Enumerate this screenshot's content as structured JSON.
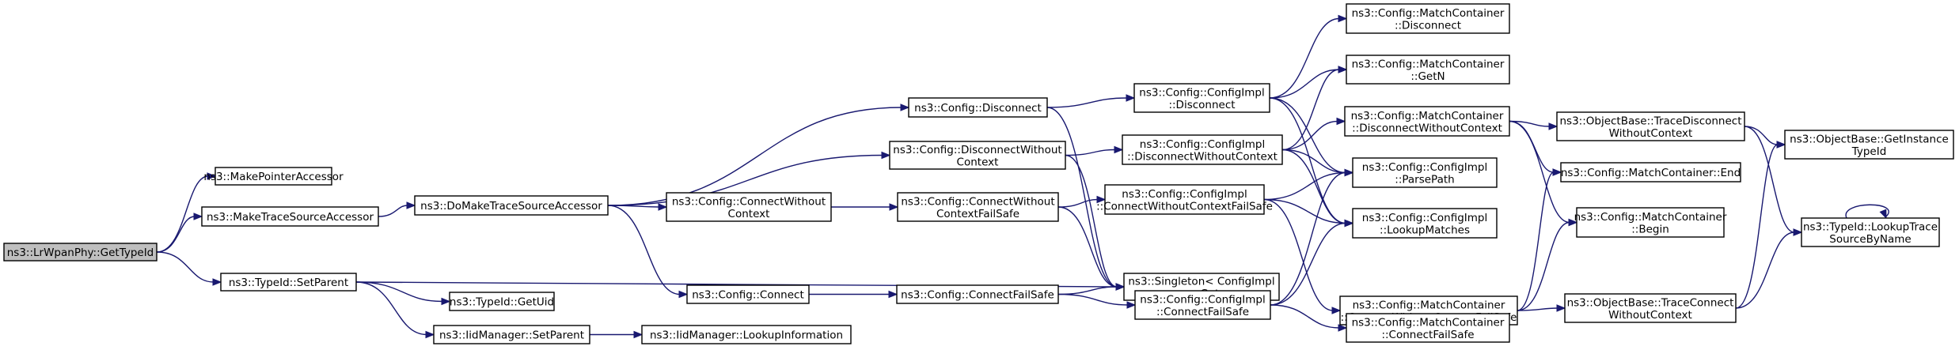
{
  "colors": {
    "edge": "#191970",
    "root_fill": "#bfbfbf",
    "node_fill": "#ffffff",
    "node_border": "#000000"
  },
  "nodes": [
    {
      "id": "root",
      "lines": [
        "ns3::LrWpanPhy::GetTypeId"
      ]
    },
    {
      "id": "makePtr",
      "lines": [
        "ns3::MakePointerAccessor"
      ]
    },
    {
      "id": "makeTrace",
      "lines": [
        "ns3::MakeTraceSourceAccessor"
      ]
    },
    {
      "id": "setParent",
      "lines": [
        "ns3::TypeId::SetParent"
      ]
    },
    {
      "id": "doMake",
      "lines": [
        "ns3::DoMakeTraceSourceAccessor"
      ]
    },
    {
      "id": "getUid",
      "lines": [
        "ns3::TypeId::GetUid"
      ]
    },
    {
      "id": "iidSetParent",
      "lines": [
        "ns3::IidManager::SetParent"
      ]
    },
    {
      "id": "iidLookup",
      "lines": [
        "ns3::IidManager::LookupInformation"
      ]
    },
    {
      "id": "cfgDisconnect",
      "lines": [
        "ns3::Config::Disconnect"
      ]
    },
    {
      "id": "cfgDisconnectWC",
      "lines": [
        "ns3::Config::DisconnectWithout",
        "Context"
      ]
    },
    {
      "id": "cfgConnectWC",
      "lines": [
        "ns3::Config::ConnectWithout",
        "Context"
      ]
    },
    {
      "id": "cfgConnect",
      "lines": [
        "ns3::Config::Connect"
      ]
    },
    {
      "id": "cfgConnectWCFS",
      "lines": [
        "ns3::Config::ConnectWithout",
        "ContextFailSafe"
      ]
    },
    {
      "id": "cfgConnectFS",
      "lines": [
        "ns3::Config::ConnectFailSafe"
      ]
    },
    {
      "id": "implDisconnect",
      "lines": [
        "ns3::Config::ConfigImpl",
        "::Disconnect"
      ]
    },
    {
      "id": "implDisconnectWC",
      "lines": [
        "ns3::Config::ConfigImpl",
        "::DisconnectWithoutContext"
      ]
    },
    {
      "id": "implConnectWCFS",
      "lines": [
        "ns3::Config::ConfigImpl",
        "::ConnectWithoutContextFailSafe"
      ]
    },
    {
      "id": "singletonGet",
      "lines": [
        "ns3::Singleton< ConfigImpl",
        " >::Get"
      ]
    },
    {
      "id": "implConnectFS",
      "lines": [
        "ns3::Config::ConfigImpl",
        "::ConnectFailSafe"
      ]
    },
    {
      "id": "mcDisconnect",
      "lines": [
        "ns3::Config::MatchContainer",
        "::Disconnect"
      ]
    },
    {
      "id": "mcGetN",
      "lines": [
        "ns3::Config::MatchContainer",
        "::GetN"
      ]
    },
    {
      "id": "mcDisconnectWC",
      "lines": [
        "ns3::Config::MatchContainer",
        "::DisconnectWithoutContext"
      ]
    },
    {
      "id": "parsePath",
      "lines": [
        "ns3::Config::ConfigImpl",
        "::ParsePath"
      ]
    },
    {
      "id": "lookupMatches",
      "lines": [
        "ns3::Config::ConfigImpl",
        "::LookupMatches"
      ]
    },
    {
      "id": "mcConnectWCFS",
      "lines": [
        "ns3::Config::MatchContainer",
        "::ConnectWithoutContextFailSafe"
      ]
    },
    {
      "id": "mcConnectFS",
      "lines": [
        "ns3::Config::MatchContainer",
        "::ConnectFailSafe"
      ]
    },
    {
      "id": "obTraceDisconnectWC",
      "lines": [
        "ns3::ObjectBase::TraceDisconnect",
        "WithoutContext"
      ]
    },
    {
      "id": "mcEnd",
      "lines": [
        "ns3::Config::MatchContainer::End"
      ]
    },
    {
      "id": "mcBegin",
      "lines": [
        "ns3::Config::MatchContainer",
        "::Begin"
      ]
    },
    {
      "id": "obTraceConnectWC",
      "lines": [
        "ns3::ObjectBase::TraceConnect",
        "WithoutContext"
      ]
    },
    {
      "id": "obGetInstanceTypeId",
      "lines": [
        "ns3::ObjectBase::GetInstance",
        "TypeId"
      ]
    },
    {
      "id": "lookupTraceSource",
      "lines": [
        "ns3::TypeId::LookupTrace",
        "SourceByName"
      ]
    }
  ],
  "edges": [
    [
      "root",
      "makePtr"
    ],
    [
      "root",
      "makeTrace"
    ],
    [
      "root",
      "setParent"
    ],
    [
      "makeTrace",
      "doMake"
    ],
    [
      "setParent",
      "singletonGet"
    ],
    [
      "setParent",
      "getUid"
    ],
    [
      "setParent",
      "iidSetParent"
    ],
    [
      "iidSetParent",
      "iidLookup"
    ],
    [
      "doMake",
      "cfgDisconnect"
    ],
    [
      "doMake",
      "cfgDisconnectWC"
    ],
    [
      "doMake",
      "cfgConnectWC"
    ],
    [
      "doMake",
      "cfgConnect"
    ],
    [
      "cfgDisconnect",
      "implDisconnect"
    ],
    [
      "cfgDisconnect",
      "singletonGet"
    ],
    [
      "cfgDisconnectWC",
      "implDisconnectWC"
    ],
    [
      "cfgDisconnectWC",
      "singletonGet"
    ],
    [
      "cfgConnectWC",
      "cfgConnectWCFS"
    ],
    [
      "cfgConnectWCFS",
      "implConnectWCFS"
    ],
    [
      "cfgConnectWCFS",
      "singletonGet"
    ],
    [
      "cfgConnect",
      "cfgConnectFS"
    ],
    [
      "cfgConnectFS",
      "singletonGet"
    ],
    [
      "cfgConnectFS",
      "implConnectFS"
    ],
    [
      "implDisconnect",
      "mcDisconnect"
    ],
    [
      "implDisconnect",
      "mcGetN"
    ],
    [
      "implDisconnect",
      "parsePath"
    ],
    [
      "implDisconnect",
      "lookupMatches"
    ],
    [
      "implDisconnectWC",
      "mcGetN"
    ],
    [
      "implDisconnectWC",
      "mcDisconnectWC"
    ],
    [
      "implDisconnectWC",
      "parsePath"
    ],
    [
      "implDisconnectWC",
      "lookupMatches"
    ],
    [
      "implConnectWCFS",
      "parsePath"
    ],
    [
      "implConnectWCFS",
      "lookupMatches"
    ],
    [
      "implConnectWCFS",
      "mcConnectWCFS"
    ],
    [
      "implConnectFS",
      "parsePath"
    ],
    [
      "implConnectFS",
      "lookupMatches"
    ],
    [
      "implConnectFS",
      "mcConnectFS"
    ],
    [
      "mcDisconnectWC",
      "obTraceDisconnectWC"
    ],
    [
      "mcDisconnectWC",
      "mcEnd"
    ],
    [
      "mcDisconnectWC",
      "mcBegin"
    ],
    [
      "mcConnectWCFS",
      "mcEnd"
    ],
    [
      "mcConnectWCFS",
      "mcBegin"
    ],
    [
      "mcConnectWCFS",
      "obTraceConnectWC"
    ],
    [
      "obTraceDisconnectWC",
      "obGetInstanceTypeId"
    ],
    [
      "obTraceDisconnectWC",
      "lookupTraceSource"
    ],
    [
      "obTraceConnectWC",
      "obGetInstanceTypeId"
    ],
    [
      "obTraceConnectWC",
      "lookupTraceSource"
    ],
    [
      "lookupTraceSource",
      "lookupTraceSource"
    ]
  ]
}
